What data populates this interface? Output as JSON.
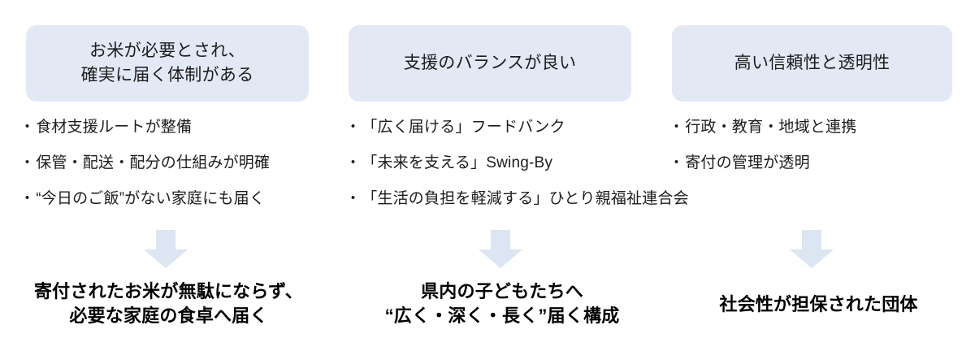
{
  "columns": [
    {
      "header": "お米が必要とされ、\n確実に届く体制がある",
      "bullets": [
        "食材支援ルートが整備",
        "保管・配送・配分の仕組みが明確",
        "“今日のご飯”がない家庭にも届く"
      ],
      "arrow_icon": "down-arrow-icon",
      "conclusion": "寄付されたお米が無駄にならず、\n必要な家庭の食卓へ届く"
    },
    {
      "header": "支援のバランスが良い",
      "bullets": [
        "「広く届ける」フードバンク",
        "「未来を支える」Swing-By",
        "「生活の負担を軽減する」ひとり親福祉連合会"
      ],
      "arrow_icon": "down-arrow-icon",
      "conclusion": "県内の子どもたちへ\n“広く・深く・長く”届く構成"
    },
    {
      "header": "高い信頼性と透明性",
      "bullets": [
        "行政・教育・地域と連携",
        "寄付の管理が透明"
      ],
      "arrow_icon": "down-arrow-icon",
      "conclusion": "社会性が担保された団体"
    }
  ],
  "bullet_mark": "・",
  "colors": {
    "header_box_bg": "#e2e9f5",
    "arrow_fill": "#dce5f2",
    "text": "#1c1c1c",
    "conclusion_text": "#000000",
    "background": "#ffffff"
  }
}
